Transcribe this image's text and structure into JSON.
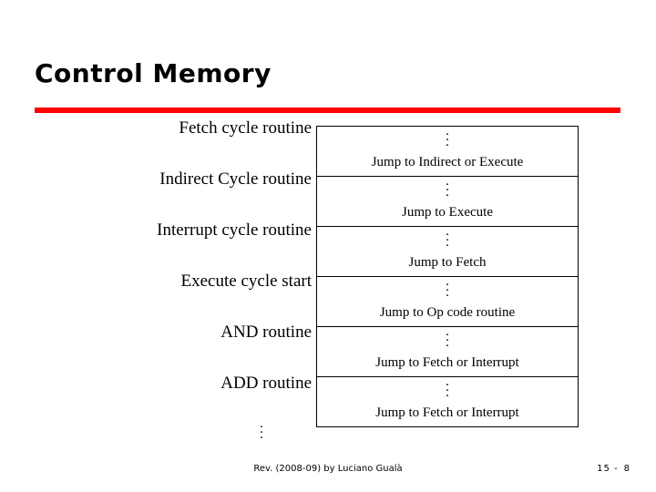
{
  "slide": {
    "title": "Control Memory",
    "accent_color": "#ff0000",
    "rows": [
      {
        "label": "Fetch cycle routine",
        "box_text": "Jump to Indirect or Execute"
      },
      {
        "label": "Indirect Cycle routine",
        "box_text": "Jump to Execute"
      },
      {
        "label": "Interrupt cycle routine",
        "box_text": "Jump to Fetch"
      },
      {
        "label": "Execute cycle start",
        "box_text": "Jump to Op code routine"
      },
      {
        "label": "AND routine",
        "box_text": "Jump to Fetch or Interrupt"
      },
      {
        "label": "ADD routine",
        "box_text": "Jump to Fetch or Interrupt"
      }
    ],
    "vertical_dots": "⋮",
    "footer": "Rev. (2008-09) by Luciano Gualà",
    "page_number_prefix": "15 -",
    "page_number": "8"
  }
}
